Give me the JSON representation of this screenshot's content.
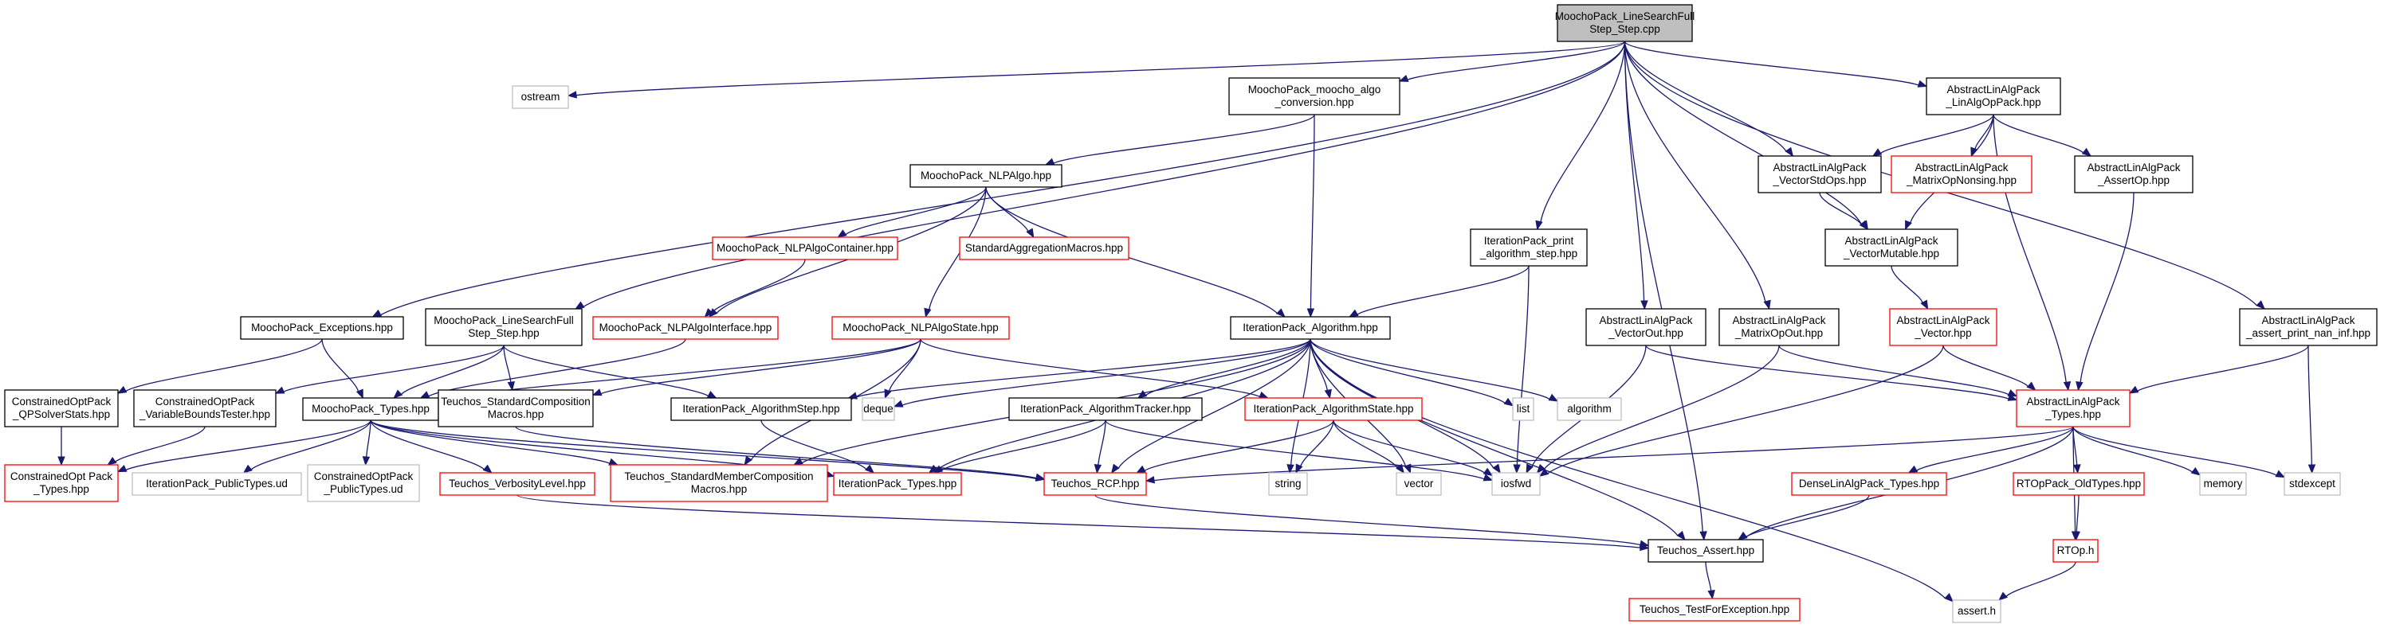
{
  "colors": {
    "edge": "#191970",
    "root_fill": "#bfbfbf",
    "documented_border": "#000000",
    "incomplete_border": "#ff0000",
    "external_border": "#bfbfbf"
  },
  "nodes": [
    {
      "id": "root",
      "kind": "root",
      "lines": [
        "MoochoPack_LineSearchFull",
        "Step_Step.cpp"
      ]
    },
    {
      "id": "ostream",
      "kind": "gray",
      "lines": [
        "ostream"
      ]
    },
    {
      "id": "algo_conv",
      "kind": "black",
      "lines": [
        "MoochoPack_moocho_algo",
        "_conversion.hpp"
      ]
    },
    {
      "id": "linalgop",
      "kind": "black",
      "lines": [
        "AbstractLinAlgPack",
        "_LinAlgOpPack.hpp"
      ]
    },
    {
      "id": "nlpalgo",
      "kind": "black",
      "lines": [
        "MoochoPack_NLPAlgo.hpp"
      ]
    },
    {
      "id": "vecstdops",
      "kind": "black",
      "lines": [
        "AbstractLinAlgPack",
        "_VectorStdOps.hpp"
      ]
    },
    {
      "id": "matopnons",
      "kind": "red",
      "lines": [
        "AbstractLinAlgPack",
        "_MatrixOpNonsing.hpp"
      ]
    },
    {
      "id": "assertop",
      "kind": "black",
      "lines": [
        "AbstractLinAlgPack",
        "_AssertOp.hpp"
      ]
    },
    {
      "id": "nlpalgocont",
      "kind": "red",
      "lines": [
        "MoochoPack_NLPAlgoContainer.hpp"
      ]
    },
    {
      "id": "stdaggr",
      "kind": "red",
      "lines": [
        "StandardAggregationMacros.hpp"
      ]
    },
    {
      "id": "iterprint",
      "kind": "black",
      "lines": [
        "IterationPack_print",
        "_algorithm_step.hpp"
      ]
    },
    {
      "id": "vecmut",
      "kind": "black",
      "lines": [
        "AbstractLinAlgPack",
        "_VectorMutable.hpp"
      ]
    },
    {
      "id": "exceptions",
      "kind": "black",
      "lines": [
        "MoochoPack_Exceptions.hpp"
      ]
    },
    {
      "id": "lsfs_hpp",
      "kind": "black",
      "lines": [
        "MoochoPack_LineSearchFull",
        "Step_Step.hpp"
      ]
    },
    {
      "id": "nlpalgoint",
      "kind": "red",
      "lines": [
        "MoochoPack_NLPAlgoInterface.hpp"
      ]
    },
    {
      "id": "nlpalgostate",
      "kind": "red",
      "lines": [
        "MoochoPack_NLPAlgoState.hpp"
      ]
    },
    {
      "id": "iteralgo",
      "kind": "black",
      "lines": [
        "IterationPack_Algorithm.hpp"
      ]
    },
    {
      "id": "vecout",
      "kind": "black",
      "lines": [
        "AbstractLinAlgPack",
        "_VectorOut.hpp"
      ]
    },
    {
      "id": "matopout",
      "kind": "black",
      "lines": [
        "AbstractLinAlgPack",
        "_MatrixOpOut.hpp"
      ]
    },
    {
      "id": "vector_hpp",
      "kind": "red",
      "lines": [
        "AbstractLinAlgPack",
        "_Vector.hpp"
      ]
    },
    {
      "id": "printnan",
      "kind": "black",
      "lines": [
        "AbstractLinAlgPack",
        "_assert_print_nan_inf.hpp"
      ]
    },
    {
      "id": "qpsolverstats",
      "kind": "black",
      "lines": [
        "ConstrainedOptPack",
        "_QPSolverStats.hpp"
      ]
    },
    {
      "id": "varbounds",
      "kind": "black",
      "lines": [
        "ConstrainedOptPack",
        "_VariableBoundsTester.hpp"
      ]
    },
    {
      "id": "mtypes",
      "kind": "black",
      "lines": [
        "MoochoPack_Types.hpp"
      ]
    },
    {
      "id": "stdcomp",
      "kind": "black",
      "lines": [
        "Teuchos_StandardComposition",
        "Macros.hpp"
      ]
    },
    {
      "id": "deque",
      "kind": "gray",
      "lines": [
        "deque"
      ]
    },
    {
      "id": "algostep",
      "kind": "black",
      "lines": [
        "IterationPack_AlgorithmStep.hpp"
      ]
    },
    {
      "id": "algotracker",
      "kind": "black",
      "lines": [
        "IterationPack_AlgorithmTracker.hpp"
      ]
    },
    {
      "id": "algostate",
      "kind": "red",
      "lines": [
        "IterationPack_AlgorithmState.hpp"
      ]
    },
    {
      "id": "list",
      "kind": "gray",
      "lines": [
        "list"
      ]
    },
    {
      "id": "algorithm",
      "kind": "gray",
      "lines": [
        "algorithm"
      ]
    },
    {
      "id": "alptypes",
      "kind": "red",
      "lines": [
        "AbstractLinAlgPack",
        "_Types.hpp"
      ]
    },
    {
      "id": "coptypes",
      "kind": "red",
      "lines": [
        "ConstrainedOpt Pack",
        "_Types.hpp"
      ]
    },
    {
      "id": "iptypesud",
      "kind": "gray",
      "lines": [
        "IterationPack_PublicTypes.ud"
      ]
    },
    {
      "id": "coptypesud",
      "kind": "gray",
      "lines": [
        "ConstrainedOptPack",
        "_PublicTypes.ud"
      ]
    },
    {
      "id": "verbosity",
      "kind": "red",
      "lines": [
        "Teuchos_VerbosityLevel.hpp"
      ]
    },
    {
      "id": "stdmember",
      "kind": "red",
      "lines": [
        "Teuchos_StandardMemberComposition",
        "Macros.hpp"
      ]
    },
    {
      "id": "iptypes",
      "kind": "red",
      "lines": [
        "IterationPack_Types.hpp"
      ]
    },
    {
      "id": "rcp",
      "kind": "red",
      "lines": [
        "Teuchos_RCP.hpp"
      ]
    },
    {
      "id": "string",
      "kind": "gray",
      "lines": [
        "string"
      ]
    },
    {
      "id": "vector",
      "kind": "gray",
      "lines": [
        "vector"
      ]
    },
    {
      "id": "iosfwd",
      "kind": "gray",
      "lines": [
        "iosfwd"
      ]
    },
    {
      "id": "denselap",
      "kind": "red",
      "lines": [
        "DenseLinAlgPack_Types.hpp"
      ]
    },
    {
      "id": "rtopold",
      "kind": "red",
      "lines": [
        "RTOpPack_OldTypes.hpp"
      ]
    },
    {
      "id": "memory",
      "kind": "gray",
      "lines": [
        "memory"
      ]
    },
    {
      "id": "stdexcept",
      "kind": "gray",
      "lines": [
        "stdexcept"
      ]
    },
    {
      "id": "tassert",
      "kind": "black",
      "lines": [
        "Teuchos_Assert.hpp"
      ]
    },
    {
      "id": "rtoph",
      "kind": "red",
      "lines": [
        "RTOp.h"
      ]
    },
    {
      "id": "testforexc",
      "kind": "red",
      "lines": [
        "Teuchos_TestForException.hpp"
      ]
    },
    {
      "id": "asserth",
      "kind": "gray",
      "lines": [
        "assert.h"
      ]
    }
  ],
  "edges": [
    [
      "root",
      "ostream"
    ],
    [
      "root",
      "algo_conv"
    ],
    [
      "root",
      "linalgop"
    ],
    [
      "root",
      "exceptions"
    ],
    [
      "root",
      "lsfs_hpp"
    ],
    [
      "root",
      "iterprint"
    ],
    [
      "root",
      "vecstdops"
    ],
    [
      "root",
      "vecmut"
    ],
    [
      "root",
      "vecout"
    ],
    [
      "root",
      "matopout"
    ],
    [
      "root",
      "printnan"
    ],
    [
      "root",
      "tassert"
    ],
    [
      "algo_conv",
      "nlpalgo"
    ],
    [
      "algo_conv",
      "iteralgo"
    ],
    [
      "linalgop",
      "vecstdops"
    ],
    [
      "linalgop",
      "matopnons"
    ],
    [
      "linalgop",
      "assertop"
    ],
    [
      "linalgop",
      "vecmut"
    ],
    [
      "linalgop",
      "alptypes"
    ],
    [
      "nlpalgo",
      "nlpalgocont"
    ],
    [
      "nlpalgo",
      "stdaggr"
    ],
    [
      "nlpalgo",
      "nlpalgoint"
    ],
    [
      "nlpalgo",
      "nlpalgostate"
    ],
    [
      "nlpalgo",
      "iteralgo"
    ],
    [
      "vecstdops",
      "vecmut"
    ],
    [
      "assertop",
      "alptypes"
    ],
    [
      "nlpalgocont",
      "nlpalgoint"
    ],
    [
      "iterprint",
      "iteralgo"
    ],
    [
      "iterprint",
      "iosfwd"
    ],
    [
      "vecmut",
      "vector_hpp"
    ],
    [
      "exceptions",
      "qpsolverstats"
    ],
    [
      "exceptions",
      "mtypes"
    ],
    [
      "lsfs_hpp",
      "varbounds"
    ],
    [
      "lsfs_hpp",
      "mtypes"
    ],
    [
      "lsfs_hpp",
      "stdcomp"
    ],
    [
      "lsfs_hpp",
      "algostep"
    ],
    [
      "nlpalgoint",
      "mtypes"
    ],
    [
      "nlpalgostate",
      "mtypes"
    ],
    [
      "nlpalgostate",
      "stdcomp"
    ],
    [
      "nlpalgostate",
      "deque"
    ],
    [
      "nlpalgostate",
      "stdmember"
    ],
    [
      "nlpalgostate",
      "algostate"
    ],
    [
      "iteralgo",
      "algostep"
    ],
    [
      "iteralgo",
      "algotracker"
    ],
    [
      "iteralgo",
      "algostate"
    ],
    [
      "iteralgo",
      "list"
    ],
    [
      "iteralgo",
      "algorithm"
    ],
    [
      "iteralgo",
      "deque"
    ],
    [
      "iteralgo",
      "rcp"
    ],
    [
      "iteralgo",
      "string"
    ],
    [
      "iteralgo",
      "vector"
    ],
    [
      "iteralgo",
      "stdmember"
    ],
    [
      "iteralgo",
      "tassert"
    ],
    [
      "iteralgo",
      "iosfwd"
    ],
    [
      "iteralgo",
      "asserth"
    ],
    [
      "iteralgo",
      "iptypes"
    ],
    [
      "vecout",
      "alptypes"
    ],
    [
      "vecout",
      "iosfwd"
    ],
    [
      "matopout",
      "alptypes"
    ],
    [
      "matopout",
      "iosfwd"
    ],
    [
      "vector_hpp",
      "alptypes"
    ],
    [
      "vector_hpp",
      "iosfwd"
    ],
    [
      "printnan",
      "alptypes"
    ],
    [
      "printnan",
      "stdexcept"
    ],
    [
      "qpsolverstats",
      "coptypes"
    ],
    [
      "varbounds",
      "coptypes"
    ],
    [
      "mtypes",
      "coptypes"
    ],
    [
      "mtypes",
      "iptypesud"
    ],
    [
      "mtypes",
      "coptypesud"
    ],
    [
      "mtypes",
      "verbosity"
    ],
    [
      "mtypes",
      "stdmember"
    ],
    [
      "mtypes",
      "iptypes"
    ],
    [
      "mtypes",
      "rcp"
    ],
    [
      "stdcomp",
      "rcp"
    ],
    [
      "algostep",
      "iptypes"
    ],
    [
      "algotracker",
      "iptypes"
    ],
    [
      "algotracker",
      "rcp"
    ],
    [
      "algotracker",
      "iosfwd"
    ],
    [
      "algostate",
      "rcp"
    ],
    [
      "algostate",
      "string"
    ],
    [
      "algostate",
      "vector"
    ],
    [
      "algostate",
      "iosfwd"
    ],
    [
      "alptypes",
      "denselap"
    ],
    [
      "alptypes",
      "rtopold"
    ],
    [
      "alptypes",
      "memory"
    ],
    [
      "alptypes",
      "stdexcept"
    ],
    [
      "alptypes",
      "rcp"
    ],
    [
      "alptypes",
      "rtoph"
    ],
    [
      "alptypes",
      "tassert"
    ],
    [
      "verbosity",
      "tassert"
    ],
    [
      "rcp",
      "tassert"
    ],
    [
      "denselap",
      "tassert"
    ],
    [
      "rtopold",
      "rtoph"
    ],
    [
      "rtoph",
      "asserth"
    ],
    [
      "tassert",
      "testforexc"
    ]
  ]
}
